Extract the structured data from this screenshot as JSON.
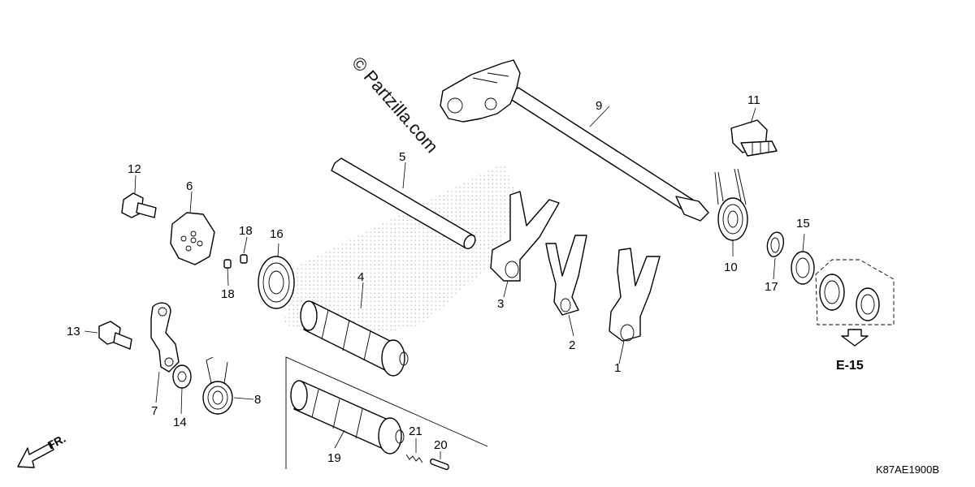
{
  "diagram": {
    "watermark": "© Partzilla.com",
    "diagram_code": "K87AE1900B",
    "reference_label": "E-15",
    "direction_label": "FR.",
    "callouts": [
      {
        "id": "c1",
        "label": "1"
      },
      {
        "id": "c2",
        "label": "2"
      },
      {
        "id": "c3",
        "label": "3"
      },
      {
        "id": "c4",
        "label": "4"
      },
      {
        "id": "c5",
        "label": "5"
      },
      {
        "id": "c6",
        "label": "6"
      },
      {
        "id": "c7",
        "label": "7"
      },
      {
        "id": "c8",
        "label": "8"
      },
      {
        "id": "c9",
        "label": "9"
      },
      {
        "id": "c10",
        "label": "10"
      },
      {
        "id": "c11",
        "label": "11"
      },
      {
        "id": "c12",
        "label": "12"
      },
      {
        "id": "c13",
        "label": "13"
      },
      {
        "id": "c14",
        "label": "14"
      },
      {
        "id": "c15",
        "label": "15"
      },
      {
        "id": "c16",
        "label": "16"
      },
      {
        "id": "c17",
        "label": "17"
      },
      {
        "id": "c18a",
        "label": "18"
      },
      {
        "id": "c18b",
        "label": "18"
      },
      {
        "id": "c19",
        "label": "19"
      },
      {
        "id": "c20",
        "label": "20"
      },
      {
        "id": "c21",
        "label": "21"
      }
    ]
  }
}
